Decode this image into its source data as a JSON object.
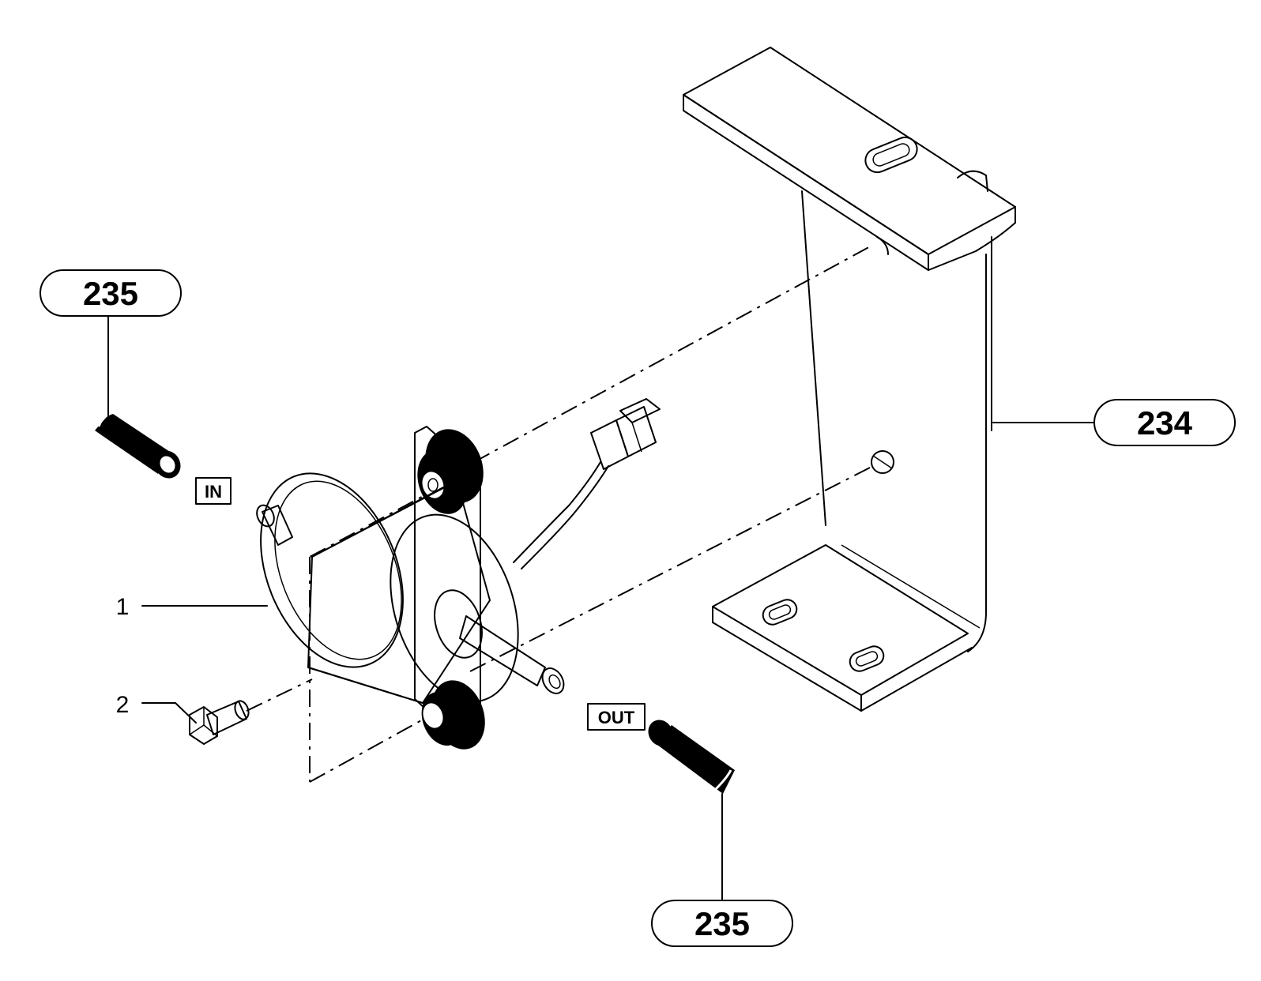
{
  "callouts": {
    "hose_top": "235",
    "bracket": "234",
    "hose_bottom": "235",
    "pump": "1",
    "bolt": "2"
  },
  "port_labels": {
    "inlet": "IN",
    "outlet": "OUT"
  }
}
